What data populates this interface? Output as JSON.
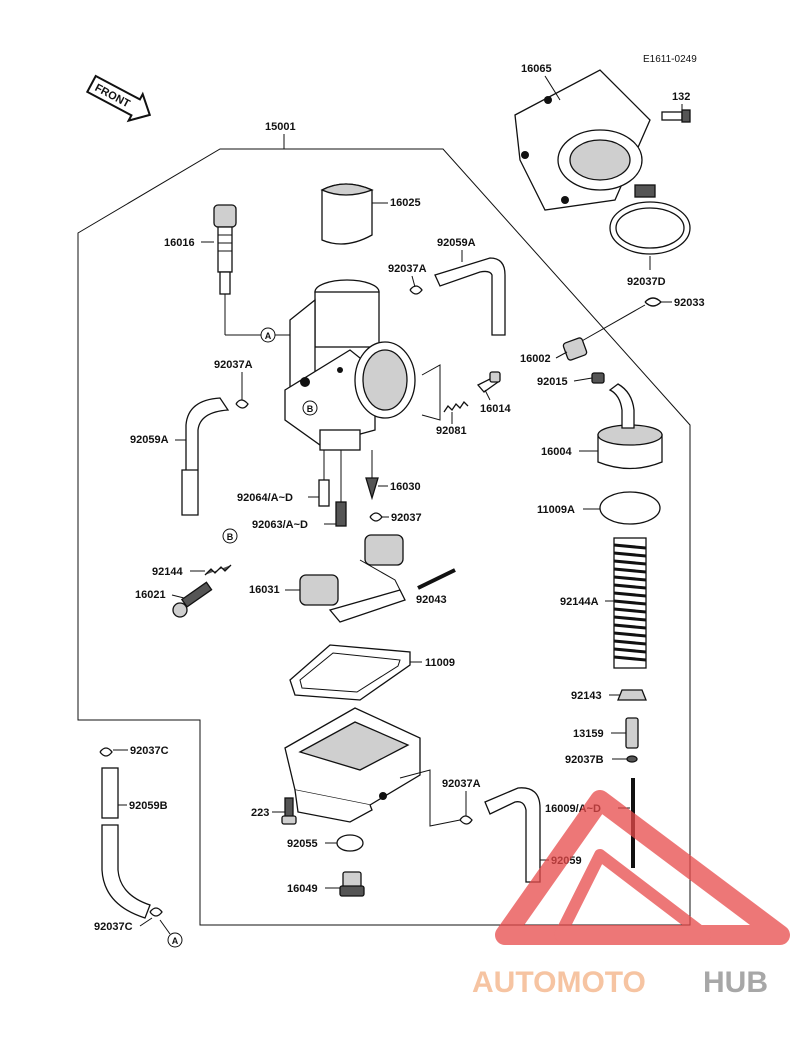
{
  "diagram_code": "E1611-0249",
  "front_arrow_label": "FRONT",
  "callouts": {
    "a": "A",
    "b": "B"
  },
  "parts": {
    "p15001": "15001",
    "p16065": "16065",
    "p132": "132",
    "p16025": "16025",
    "p16016": "16016",
    "p92059A_top": "92059A",
    "p92037A_top": "92037A",
    "p92037D": "92037D",
    "p92033": "92033",
    "p92037A_left": "92037A",
    "p16002": "16002",
    "p92015": "92015",
    "p16014": "16014",
    "p92059A_left": "92059A",
    "p92081": "92081",
    "p16004": "16004",
    "p92064": "92064/A~D",
    "p16030": "16030",
    "p92063": "92063/A~D",
    "p92037_mid": "92037",
    "p11009A": "11009A",
    "p92144": "92144",
    "p16021": "16021",
    "p16031": "16031",
    "p92043": "92043",
    "p92144A": "92144A",
    "p11009": "11009",
    "p92143": "92143",
    "p13159": "13159",
    "p92037C_top": "92037C",
    "p92037B": "92037B",
    "p92037A_low": "92037A",
    "p92059B": "92059B",
    "p223": "223",
    "p16009": "16009/A~D",
    "p92055": "92055",
    "p92059": "92059",
    "p16049": "16049",
    "p92037C_bot": "92037C"
  },
  "watermark": {
    "part1": "AUTOMOTO",
    "part2": "HUB",
    "color1": "#f4b183",
    "color2": "#8a8a8a",
    "triangle_color": "#e84a4a"
  }
}
